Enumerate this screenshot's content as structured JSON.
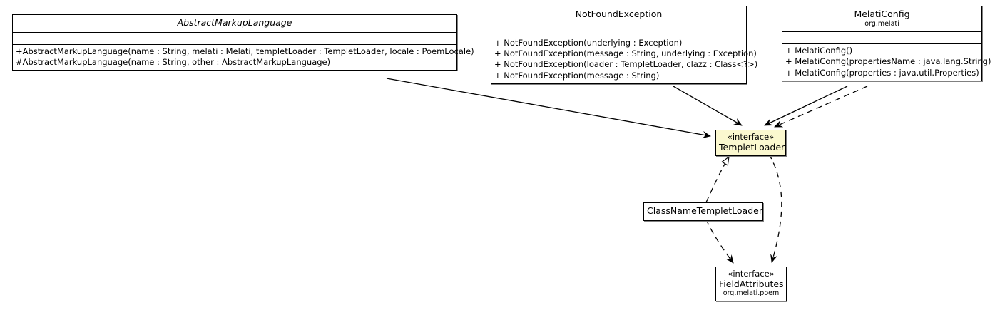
{
  "diagram": {
    "type": "uml-class-diagram",
    "background_color": "#ffffff",
    "highlight_color": "#fbf8cf",
    "line_color": "#000000",
    "classes": [
      {
        "id": "abstractmarkuplanguage",
        "name": "AbstractMarkupLanguage",
        "abstract": true,
        "stereotype": "",
        "package": "",
        "attributes": [],
        "operations": [
          "+AbstractMarkupLanguage(name : String, melati : Melati, templetLoader : TempletLoader, locale : PoemLocale)",
          "#AbstractMarkupLanguage(name : String, other : AbstractMarkupLanguage)"
        ]
      },
      {
        "id": "notfoundexception",
        "name": "NotFoundException",
        "abstract": false,
        "stereotype": "",
        "package": "",
        "attributes": [],
        "operations": [
          "+ NotFoundException(underlying : Exception)",
          "+ NotFoundException(message : String, underlying : Exception)",
          "+ NotFoundException(loader : TempletLoader, clazz : Class<?>)",
          "+ NotFoundException(message : String)"
        ]
      },
      {
        "id": "melaticonfig",
        "name": "MelatiConfig",
        "abstract": false,
        "stereotype": "",
        "package": "org.melati",
        "attributes": [],
        "operations": [
          "+ MelatiConfig()",
          "+ MelatiConfig(propertiesName : java.lang.String)",
          "+ MelatiConfig(properties : java.util.Properties)"
        ]
      },
      {
        "id": "templetloader",
        "name": "TempletLoader",
        "abstract": false,
        "stereotype": "«interface»",
        "package": "",
        "highlighted": true,
        "attributes": [],
        "operations": []
      },
      {
        "id": "classnametempletloader",
        "name": "ClassNameTempletLoader",
        "abstract": false,
        "stereotype": "",
        "package": "",
        "attributes": [],
        "operations": []
      },
      {
        "id": "fieldattributes",
        "name": "FieldAttributes",
        "abstract": false,
        "stereotype": "«interface»",
        "package": "org.melati.poem",
        "attributes": [],
        "operations": []
      }
    ],
    "edges": [
      {
        "from": "abstractmarkuplanguage",
        "to": "templetloader",
        "style": "solid",
        "arrow": "open-filled",
        "kind": "dependency"
      },
      {
        "from": "notfoundexception",
        "to": "templetloader",
        "style": "solid",
        "arrow": "open-filled",
        "kind": "dependency"
      },
      {
        "from": "melaticonfig",
        "to": "templetloader",
        "style": "solid",
        "arrow": "open-filled",
        "kind": "dependency"
      },
      {
        "from": "melaticonfig",
        "to": "templetloader",
        "style": "dashed",
        "arrow": "open-filled",
        "kind": "dependency"
      },
      {
        "from": "classnametempletloader",
        "to": "templetloader",
        "style": "dashed",
        "arrow": "hollow-triangle",
        "kind": "realization"
      },
      {
        "from": "classnametempletloader",
        "to": "fieldattributes",
        "style": "dashed",
        "arrow": "open-filled",
        "kind": "dependency"
      },
      {
        "from": "templetloader",
        "to": "fieldattributes",
        "style": "dashed",
        "arrow": "open-filled",
        "kind": "dependency"
      }
    ]
  }
}
